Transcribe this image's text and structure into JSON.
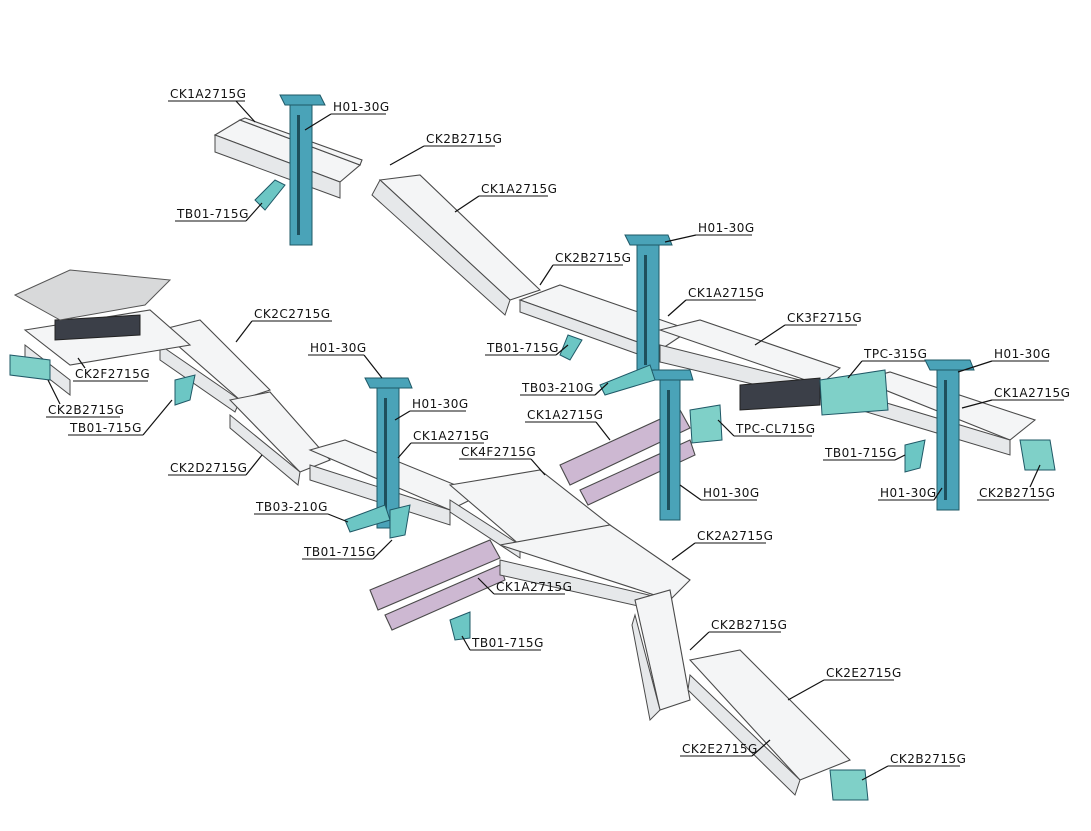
{
  "diagram": {
    "labels": [
      {
        "id": "l1",
        "text": "CK1A2715G"
      },
      {
        "id": "l2",
        "text": "H01-30G"
      },
      {
        "id": "l3",
        "text": "CK2B2715G"
      },
      {
        "id": "l4",
        "text": "CK1A2715G"
      },
      {
        "id": "l5",
        "text": "TB01-715G"
      },
      {
        "id": "l6",
        "text": "H01-30G"
      },
      {
        "id": "l7",
        "text": "CK2B2715G"
      },
      {
        "id": "l8",
        "text": "CK1A2715G"
      },
      {
        "id": "l9",
        "text": "CK3F2715G"
      },
      {
        "id": "l10",
        "text": "TB01-715G"
      },
      {
        "id": "l11",
        "text": "TB03-210G"
      },
      {
        "id": "l12",
        "text": "TPC-315G"
      },
      {
        "id": "l13",
        "text": "H01-30G"
      },
      {
        "id": "l14",
        "text": "CK1A2715G"
      },
      {
        "id": "l15",
        "text": "CK2C2715G"
      },
      {
        "id": "l16",
        "text": "H01-30G"
      },
      {
        "id": "l17",
        "text": "CK2F2715G"
      },
      {
        "id": "l18",
        "text": "CK2B2715G"
      },
      {
        "id": "l19",
        "text": "TB01-715G"
      },
      {
        "id": "l20",
        "text": "H01-30G"
      },
      {
        "id": "l21",
        "text": "CK1A2715G"
      },
      {
        "id": "l22",
        "text": "TPC-CL715G"
      },
      {
        "id": "l23",
        "text": "CK1A2715G"
      },
      {
        "id": "l24",
        "text": "CK4F2715G"
      },
      {
        "id": "l25",
        "text": "TB01-715G"
      },
      {
        "id": "l26",
        "text": "CK2D2715G"
      },
      {
        "id": "l27",
        "text": "H01-30G"
      },
      {
        "id": "l28",
        "text": "H01-30G"
      },
      {
        "id": "l29",
        "text": "CK2B2715G"
      },
      {
        "id": "l30",
        "text": "TB03-210G"
      },
      {
        "id": "l31",
        "text": "TB01-715G"
      },
      {
        "id": "l32",
        "text": "CK2A2715G"
      },
      {
        "id": "l33",
        "text": "CK1A2715G"
      },
      {
        "id": "l34",
        "text": "TB01-715G"
      },
      {
        "id": "l35",
        "text": "CK2B2715G"
      },
      {
        "id": "l36",
        "text": "CK2E2715G"
      },
      {
        "id": "l37",
        "text": "CK2E2715G"
      },
      {
        "id": "l38",
        "text": "CK2B2715G"
      }
    ],
    "colors": {
      "tray": "#f4f5f6",
      "tray_purple": "#cdb8d2",
      "hanger": "#4aa3b8",
      "bracket": "#6cc6c4",
      "dark_panel": "#3b3f48",
      "cover": "#d8d9da"
    }
  }
}
